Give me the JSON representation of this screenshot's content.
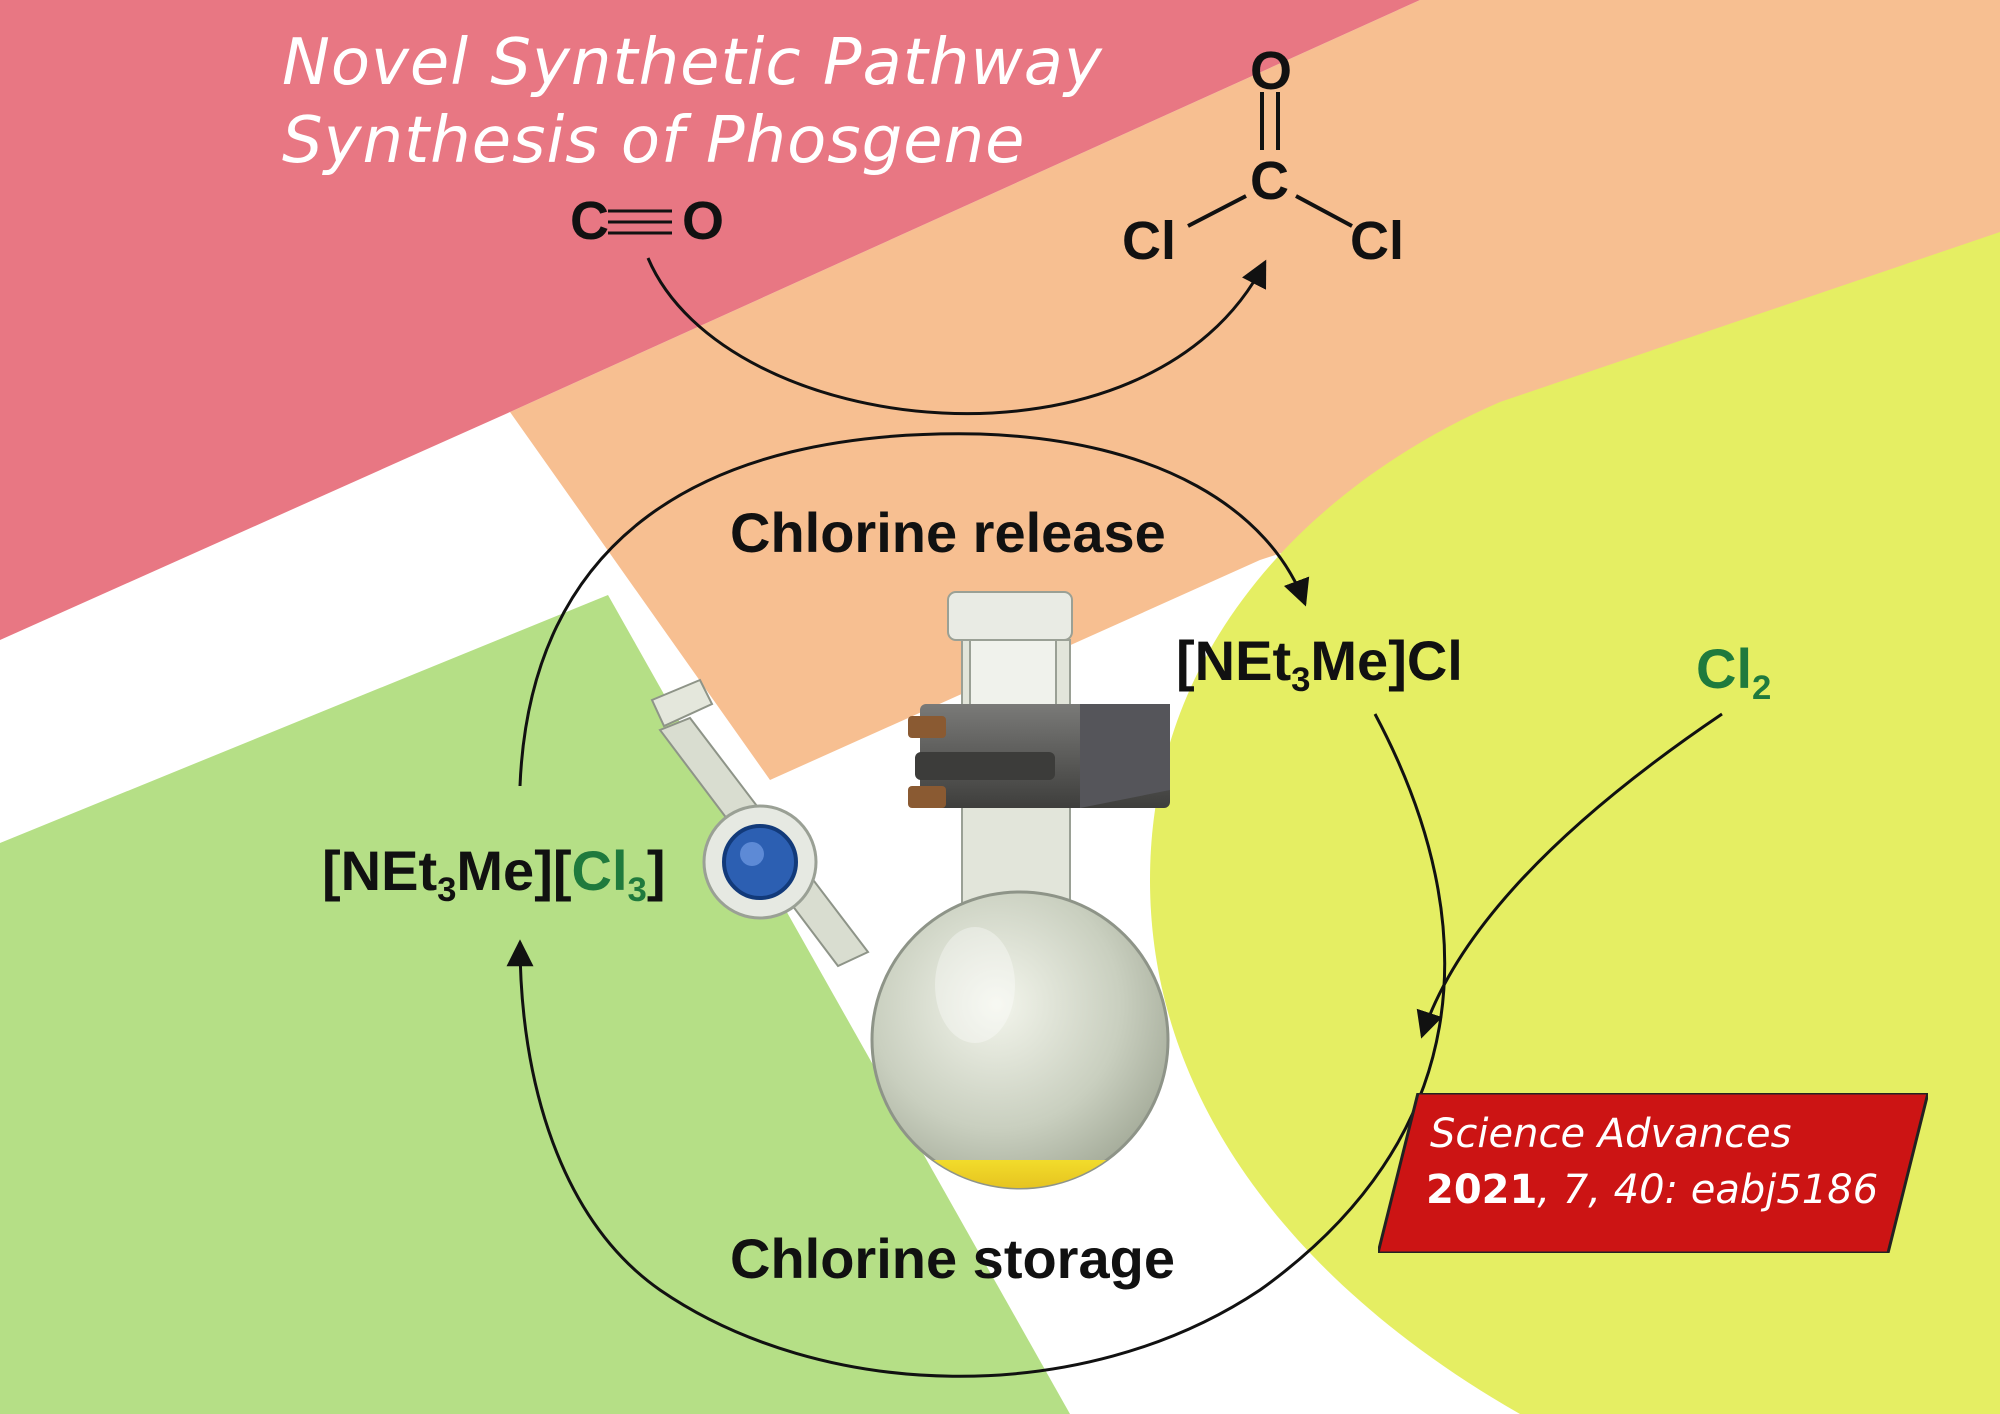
{
  "title": {
    "line1": "Novel Synthetic Pathway",
    "line2": "Synthesis of Phosgene"
  },
  "molecules": {
    "carbon_monoxide": {
      "c": "C",
      "o": "O"
    },
    "phosgene": {
      "o": "O",
      "c": "C",
      "cl_left": "Cl",
      "cl_right": "Cl"
    }
  },
  "cycle": {
    "release_label": "Chlorine release",
    "storage_label": "Chlorine storage",
    "chloride_salt": {
      "prefix": "[NEt",
      "sub": "3",
      "middle": "Me]Cl"
    },
    "trichloride_salt": {
      "prefix": "[NEt",
      "sub": "3",
      "middle": "Me][",
      "cl": "Cl",
      "cl_sub": "3",
      "suffix": "]"
    }
  },
  "reagent": {
    "text": "Cl",
    "sub": "2"
  },
  "citation": {
    "journal": "Science Advances",
    "year": "2021",
    "rest": ", 7, 40: eabj5186"
  },
  "colors": {
    "pink": "#e87783",
    "peach": "#f7bf91",
    "green": "#b5df86",
    "yellow": "#e5ee63",
    "chlorine_green": "#1f7a3d",
    "citation_red": "#cc1414"
  },
  "icons": [
    "flask-photo-illustration"
  ]
}
